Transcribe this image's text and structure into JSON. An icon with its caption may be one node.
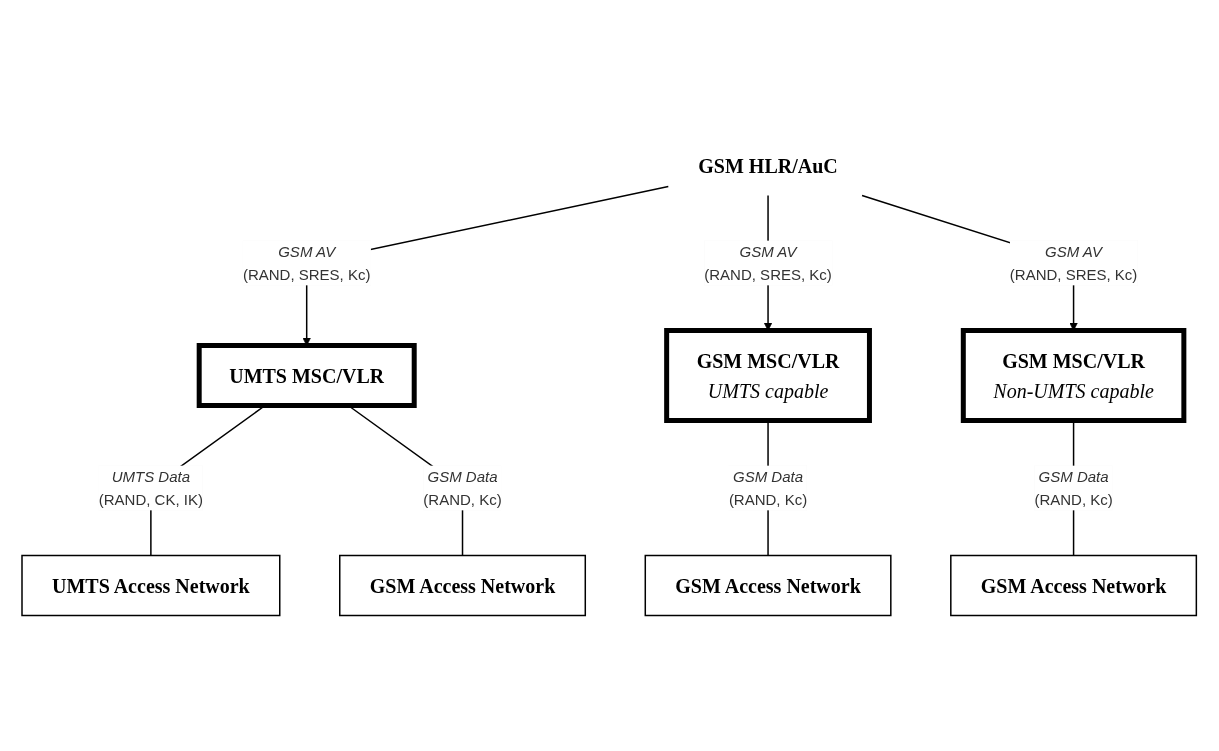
{
  "diagram": {
    "nodes": [
      {
        "text": [
          "GSM HLR/AuC"
        ]
      },
      {
        "text": [
          "UMTS MSC/VLR"
        ]
      },
      {
        "text": [
          "GSM MSC/VLR",
          "UMTS capable"
        ]
      },
      {
        "text": [
          "GSM MSC/VLR",
          "Non-UMTS capable"
        ]
      },
      {
        "text": [
          "UMTS Access Network"
        ]
      },
      {
        "text": [
          "GSM Access Network"
        ]
      },
      {
        "text": [
          "GSM Access Network"
        ]
      },
      {
        "text": [
          "GSM Access Network"
        ]
      }
    ],
    "edges": [
      {
        "from": 0,
        "to": 1,
        "arrow": "to",
        "label": "*GSM AV* (RAND, SRES, Kc)"
      },
      {
        "from": 0,
        "to": 2,
        "arrow": "to",
        "label": "*GSM AV* (RAND, SRES, Kc)"
      },
      {
        "from": 0,
        "to": 3,
        "arrow": "to",
        "label": "*GSM AV* (RAND, SRES, Kc)"
      },
      {
        "from": 1,
        "to": 4,
        "arrow": "none",
        "label": "*UMTS Data* (RAND, CK, IK)"
      },
      {
        "from": 1,
        "to": 5,
        "arrow": "none",
        "label": "*GSM Data* (RAND, Kc)"
      },
      {
        "from": 2,
        "to": 6,
        "arrow": "none",
        "label": "*GSM Data* (RAND, Kc)"
      },
      {
        "from": 3,
        "to": 7,
        "arrow": "none",
        "label": "*GSM Data* (RAND, Kc)"
      }
    ]
  }
}
